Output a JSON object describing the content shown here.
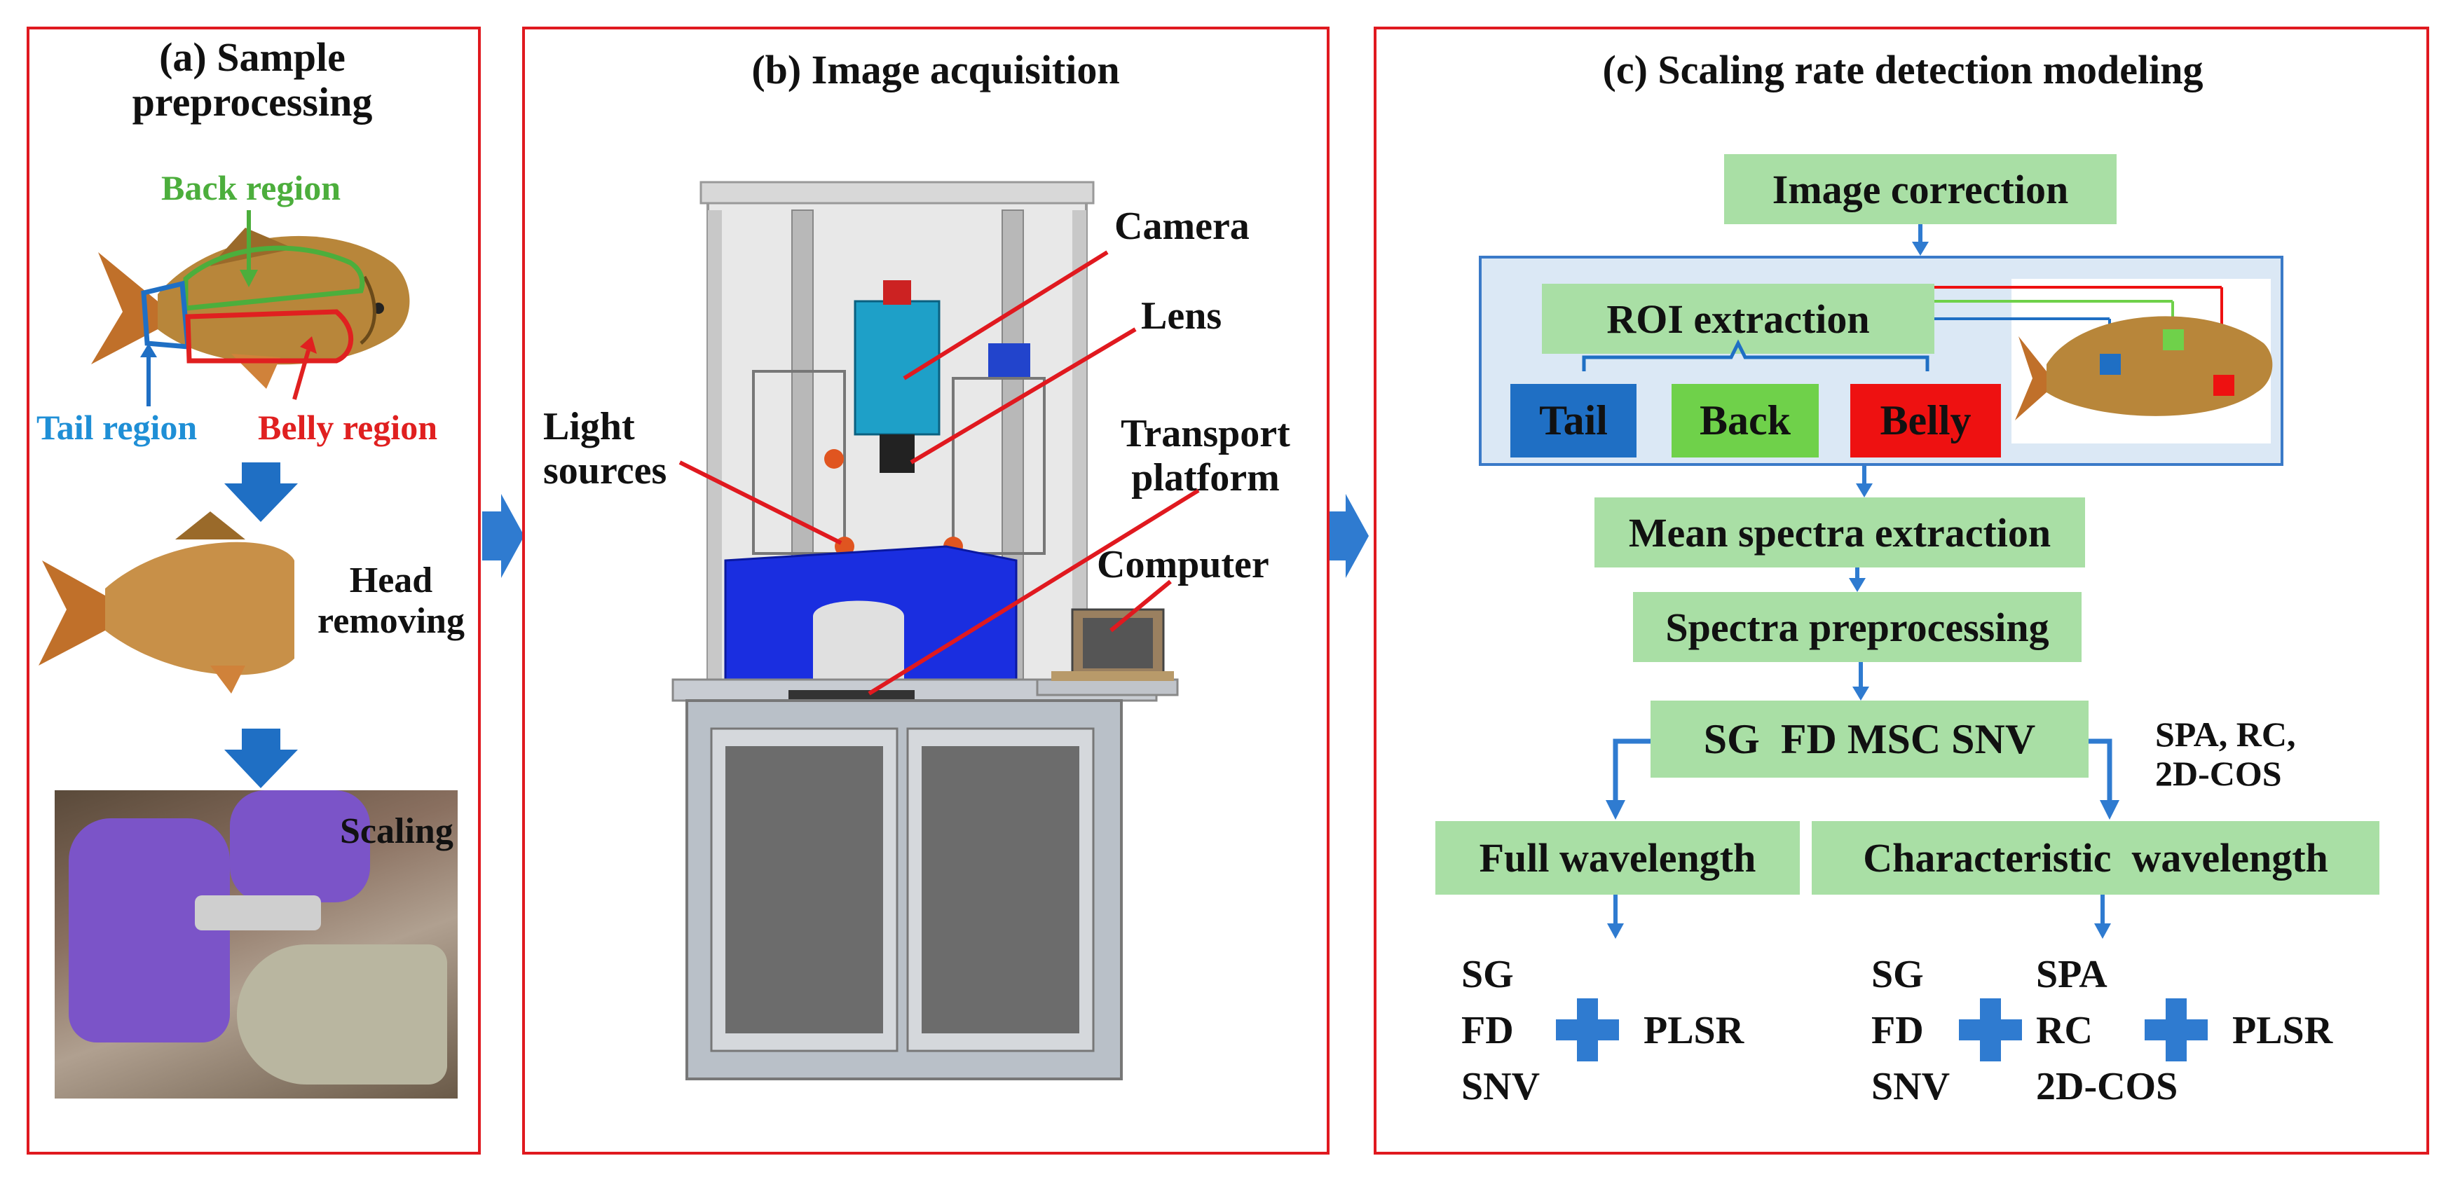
{
  "panels": {
    "a": {
      "title": "(a) Sample preprocessing",
      "back_region": "Back region",
      "tail_region": "Tail region",
      "belly_region": "Belly region",
      "head_removing": "Head removing",
      "scaling": "Scaling"
    },
    "b": {
      "title": "(b) Image acquisition",
      "camera": "Camera",
      "lens": "Lens",
      "light_sources": "Light sources",
      "transport_platform": "Transport platform",
      "computer": "Computer"
    },
    "c": {
      "title": "(c) Scaling rate detection modeling",
      "image_correction": "Image correction",
      "roi_extraction": "ROI extraction",
      "tail": "Tail",
      "back": "Back",
      "belly": "Belly",
      "mean_spectra": "Mean spectra extraction",
      "spectra_preprocessing": "Spectra preprocessing",
      "preproc_methods": "SG  FD MSC SNV",
      "selection_methods": "SPA, RC, 2D-COS",
      "full_wavelength": "Full wavelength",
      "characteristic_wavelength": "Characteristic  wavelength",
      "left_combo": {
        "methods": [
          "SG",
          "FD",
          "SNV"
        ],
        "model": "PLSR"
      },
      "right_combo": {
        "methods": [
          "SG",
          "FD",
          "SNV"
        ],
        "selection": [
          "SPA",
          "RC",
          "2D-COS"
        ],
        "model": "PLSR"
      }
    }
  },
  "colors": {
    "panel_border": "#e0191f",
    "green_box": "#a9dfa5",
    "arrow_blue": "#2f7bd0",
    "tail_blue": "#1f6fc4",
    "back_green": "#6fd14a",
    "belly_red": "#ee1111",
    "roi_panel_bg": "#dbe8f5",
    "back_label_color": "#4cae3c",
    "tail_label_color": "#1f8fd6",
    "belly_label_color": "#e02020"
  }
}
